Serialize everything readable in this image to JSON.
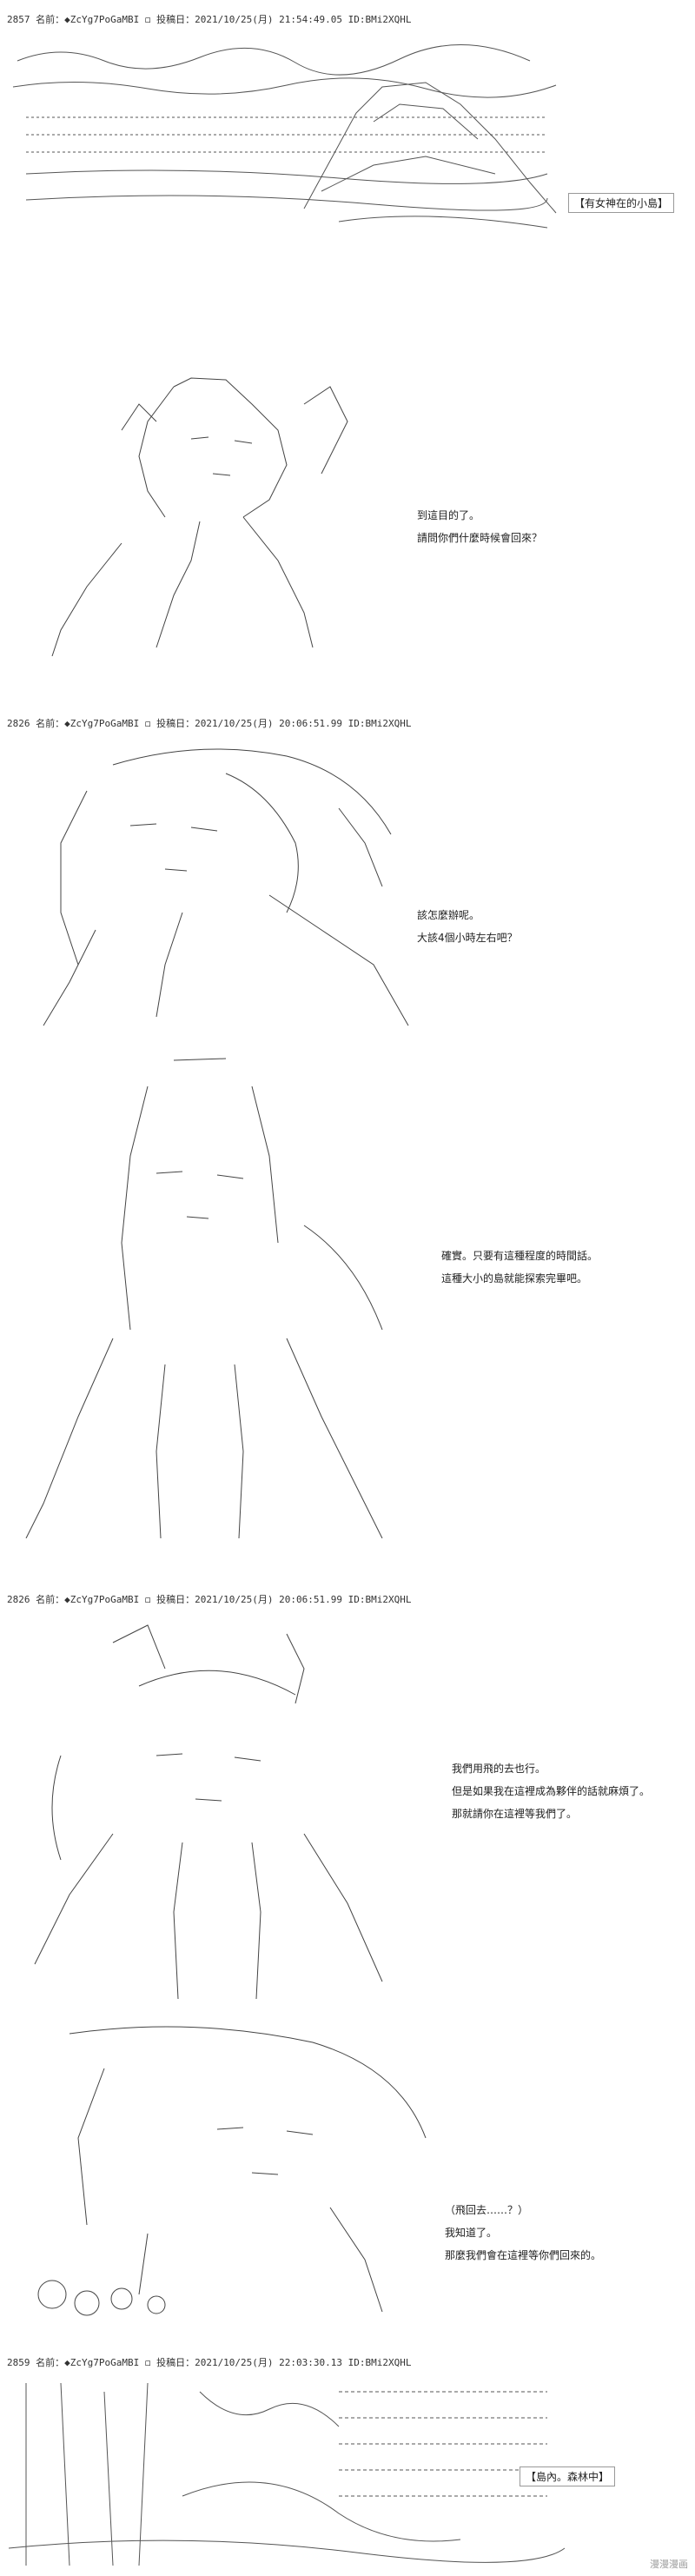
{
  "posts": [
    {
      "header": "2857 名前：◆ZcYg7PoGaMBI ◻ 投稿日：2021/10/25(月) 21:54:49.05 ID:BMi2XQHL"
    },
    {
      "header": "2826 名前：◆ZcYg7PoGaMBI ◻ 投稿日：2021/10/25(月) 20:06:51.99 ID:BMi2XQHL"
    },
    {
      "header": "2826 名前：◆ZcYg7PoGaMBI ◻ 投稿日：2021/10/25(月) 20:06:51.99 ID:BMi2XQHL"
    },
    {
      "header": "2859 名前：◆ZcYg7PoGaMBI ◻ 投稿日：2021/10/25(月) 22:03:30.13 ID:BMi2XQHL"
    }
  ],
  "captions": {
    "scene1": "【有女神在的小島】",
    "scene6": "【島內。森林中】"
  },
  "dialogues": {
    "p2": [
      "到這目的了。",
      "請問你們什麼時候會回來？"
    ],
    "p3": [
      "該怎麼辦呢。",
      "大該4個小時左右吧？"
    ],
    "p4": [
      "確實。只要有這種程度的時間話。",
      "這種大小的島就能探索完畢吧。"
    ],
    "p5": [
      "我們用飛的去也行。",
      "但是如果我在這裡成為夥伴的話就麻煩了。",
      "那就請你在這裡等我們了。"
    ],
    "p6": [
      "（飛回去……？）",
      "我知道了。",
      "那麼我們會在這裡等你們回來的。"
    ]
  },
  "watermark": "漫漫漫画"
}
